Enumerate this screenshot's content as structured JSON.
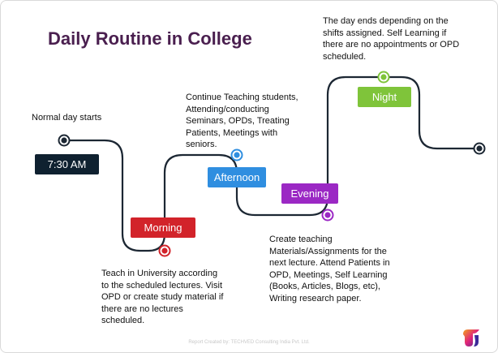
{
  "title": "Daily Routine in College",
  "stages": [
    {
      "id": "start",
      "label": "7:30 AM",
      "color": "#0f2130",
      "note": "Normal day starts"
    },
    {
      "id": "morning",
      "label": "Morning",
      "color": "#d2232a",
      "note": "Teach in University according to the scheduled lectures. Visit OPD or create study material if there are no lectures scheduled."
    },
    {
      "id": "afternoon",
      "label": "Afternoon",
      "color": "#2f8ee0",
      "note": "Continue Teaching students, Attending/conducting Seminars, OPDs, Treating Patients, Meetings with seniors."
    },
    {
      "id": "evening",
      "label": "Evening",
      "color": "#9b28c4",
      "note": "Create teaching Materials/Assignments for the next lecture. Attend Patients in OPD, Meetings, Self Learning (Books, Articles, Blogs, etc), Writing research paper."
    },
    {
      "id": "night",
      "label": "Night",
      "color": "#7fc43a",
      "note": "The day ends depending on the shifts assigned. Self Learning if there are no appointments or OPD scheduled."
    }
  ],
  "colors": {
    "path": "#1c2733",
    "title": "#4a1f4f",
    "end_marker": "#1c2733"
  },
  "footer": "Report Created by: TECHVED Consulting India Pvt. Ltd."
}
